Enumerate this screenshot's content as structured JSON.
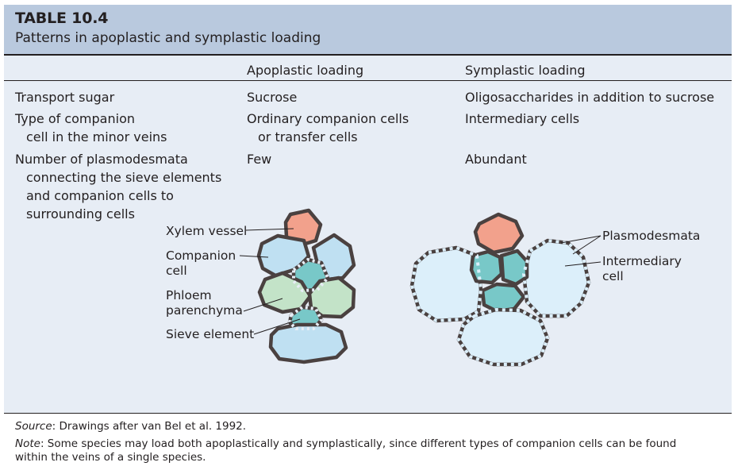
{
  "table": {
    "number": "TABLE 10.4",
    "title": "Patterns in apoplastic and symplastic loading",
    "columns": [
      "Apoplastic loading",
      "Symplastic loading"
    ],
    "rows": [
      {
        "label": [
          "Transport sugar"
        ],
        "apoplastic": [
          "Sucrose"
        ],
        "symplastic": [
          "Oligosaccharides in addition to sucrose"
        ]
      },
      {
        "label": [
          "Type of companion",
          "cell in the minor veins"
        ],
        "apoplastic": [
          "Ordinary companion cells",
          "or transfer cells"
        ],
        "symplastic": [
          "Intermediary cells"
        ]
      },
      {
        "label": [
          "Number of plasmodesmata",
          "connecting the sieve elements",
          "and companion cells to",
          "surrounding cells"
        ],
        "apoplastic": [
          "Few"
        ],
        "symplastic": [
          "Abundant"
        ]
      }
    ]
  },
  "diagram_labels": {
    "xylem_vessel": "Xylem vessel",
    "companion_cell": [
      "Companion",
      "cell"
    ],
    "phloem_parenchyma": [
      "Phloem",
      "parenchyma"
    ],
    "sieve_element": "Sieve element",
    "plasmodesmata": "Plasmodesmata",
    "intermediary_cell": [
      "Intermediary",
      "cell"
    ]
  },
  "colors": {
    "header_bg": "#b9c9de",
    "panel_bg": "#e7edf5",
    "xylem": "#f2a18c",
    "companion_blue": "#bfe0f2",
    "phloem_green": "#c3e3c8",
    "sieve_teal": "#78c8c8",
    "intermediary": "#dceffa",
    "outline": "#4a4140"
  },
  "footer": {
    "source_label": "Source",
    "source_text": ": Drawings after van Bel et al. 1992.",
    "note_label": "Note",
    "note_text": ": Some species may load both apoplastically and symplastically, since different types of companion cells can be found",
    "note_text_2": "within the veins of a single species."
  }
}
